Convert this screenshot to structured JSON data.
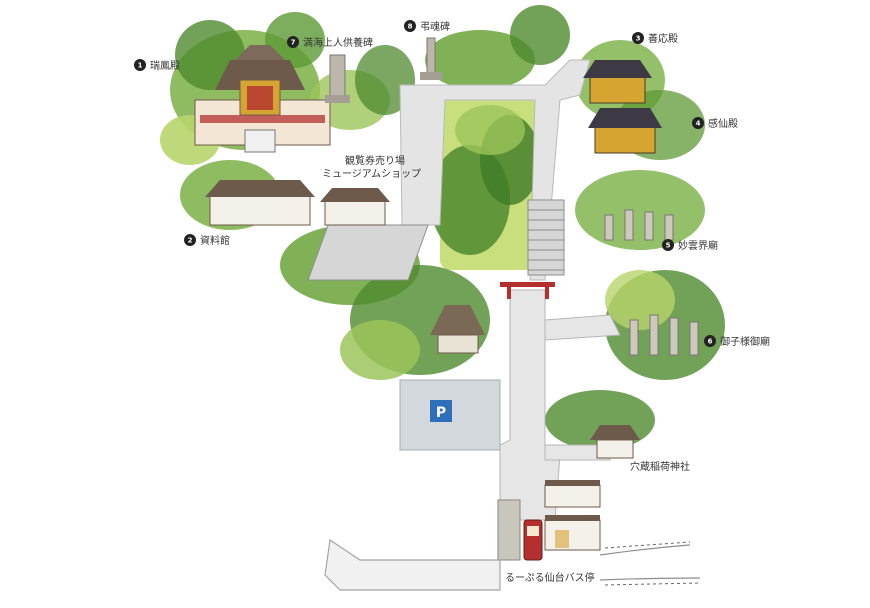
{
  "map": {
    "markers": [
      {
        "num": "1",
        "label": "瑞鳳殿"
      },
      {
        "num": "2",
        "label": "資料館"
      },
      {
        "num": "3",
        "label": "善応殿"
      },
      {
        "num": "4",
        "label": "感仙殿"
      },
      {
        "num": "5",
        "label": "妙雲界廟"
      },
      {
        "num": "6",
        "label": "御子様御廟"
      },
      {
        "num": "7",
        "label": "満海上人供養碑"
      },
      {
        "num": "8",
        "label": "弔魂碑"
      }
    ],
    "ticket_label_line1": "観覧券売り場",
    "ticket_label_line2": "ミュージアムショップ",
    "shrine_label": "穴蔵稲荷神社",
    "bus_stop_label": "るーぷる仙台バス停",
    "parking_symbol": "P"
  },
  "colors": {
    "tree_dark": "#4f8a2e",
    "tree_mid": "#7bb045",
    "tree_light": "#b6d56a",
    "path": "#dcdcdc",
    "parking": "#d3d8dc",
    "parking_sign": "#2d6fb8",
    "roof": "#6d5a4b",
    "accent_red": "#b3302f",
    "gold": "#d6a431"
  }
}
